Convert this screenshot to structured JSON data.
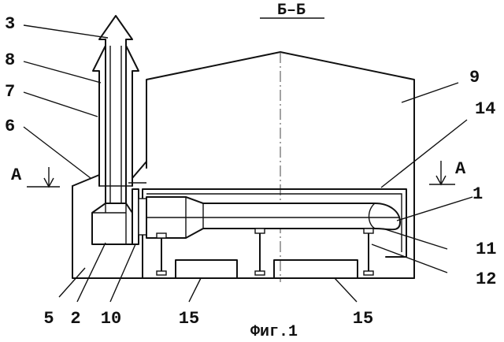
{
  "section_title": "Б–Б",
  "caption": "Фиг.1",
  "section_marks": {
    "left": "А",
    "right": "А"
  },
  "labels": {
    "l1": "1",
    "l2": "2",
    "l3": "3",
    "l5": "5",
    "l6": "6",
    "l7": "7",
    "l8": "8",
    "l9": "9",
    "l10": "10",
    "l11": "11",
    "l12": "12",
    "l14": "14",
    "l15a": "15",
    "l15b": "15"
  }
}
